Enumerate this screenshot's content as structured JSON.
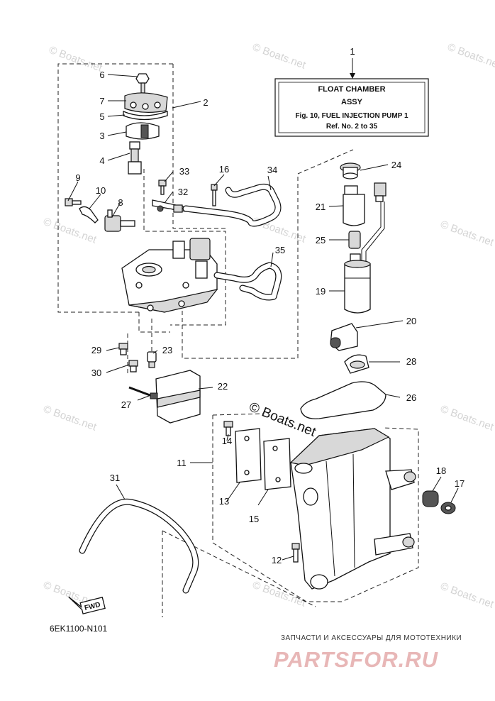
{
  "title_box": {
    "ref": "1",
    "line1": "FLOAT CHAMBER",
    "line2": "ASSY",
    "line3": "Fig. 10, FUEL INJECTION PUMP 1",
    "line4": "Ref. No. 2 to 35"
  },
  "callouts": [
    "2",
    "3",
    "4",
    "5",
    "6",
    "7",
    "8",
    "9",
    "10",
    "11",
    "12",
    "13",
    "14",
    "15",
    "16",
    "17",
    "18",
    "19",
    "20",
    "21",
    "22",
    "23",
    "24",
    "25",
    "26",
    "27",
    "28",
    "29",
    "30",
    "31",
    "32",
    "33",
    "34",
    "35"
  ],
  "watermark": "© Boats.net",
  "fwd_label": "FWD",
  "diagram_code": "6EK1100-N101",
  "footer": {
    "tagline": "ЗАПЧАСТИ И АКСЕССУАРЫ ДЛЯ МОТОТЕХНИКИ",
    "logo": "PARTSFOR.RU"
  }
}
